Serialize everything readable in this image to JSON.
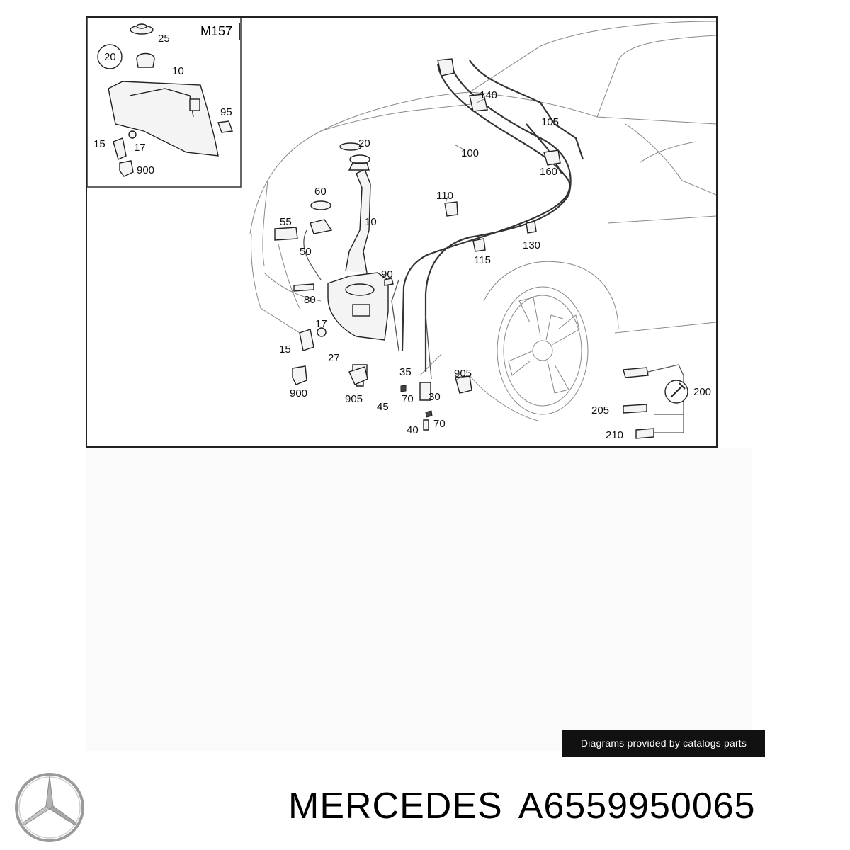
{
  "diagram": {
    "model_label": "M157",
    "callouts": [
      "25",
      "20",
      "10",
      "95",
      "15",
      "17",
      "900",
      "20",
      "10",
      "60",
      "55",
      "50",
      "90",
      "80",
      "17",
      "15",
      "27",
      "900",
      "905",
      "35",
      "45",
      "70",
      "30",
      "905",
      "40",
      "70",
      "140",
      "105",
      "100",
      "160",
      "110",
      "130",
      "115",
      "200",
      "205",
      "210"
    ]
  },
  "credit": "Diagrams provided by catalogs parts",
  "brand": {
    "name": "MERCEDES",
    "part_number": "A6559950065"
  },
  "icons": {
    "logo": "mercedes-star-icon",
    "tool": "wrench-icon"
  }
}
